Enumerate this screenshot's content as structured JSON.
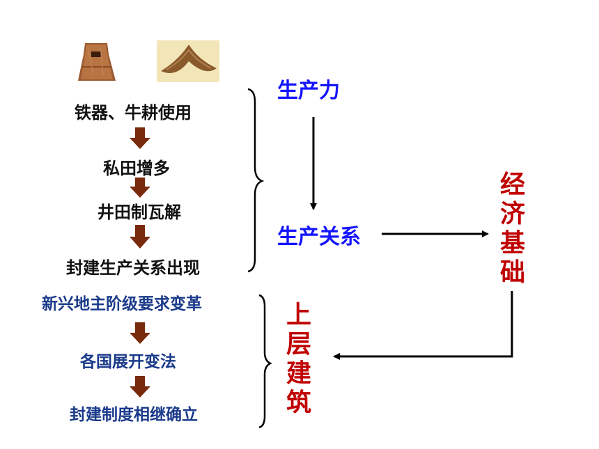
{
  "left_chain_top": {
    "items": [
      "铁器、牛耕使用",
      "私田增多",
      "井田制瓦解",
      "封建生产关系出现"
    ]
  },
  "left_chain_bottom": {
    "items": [
      "新兴地主阶级要求变革",
      "各国展开变法",
      "封建制度相继确立"
    ]
  },
  "concepts": {
    "productive_forces": "生产力",
    "relations_of_production": "生产关系",
    "economic_base": [
      "经",
      "济",
      "基",
      "础"
    ],
    "superstructure": [
      "上",
      "层",
      "建",
      "筑"
    ]
  },
  "images": [
    {
      "name": "iron-plow-tool",
      "desc": "iron tool photo"
    },
    {
      "name": "v-shaped-plowshare",
      "desc": "plowshare photo"
    }
  ],
  "colors": {
    "arrow_brown": "#7a2a0c",
    "blue": "#1414ff",
    "red": "#c00000",
    "navy": "#1a3a8a"
  }
}
